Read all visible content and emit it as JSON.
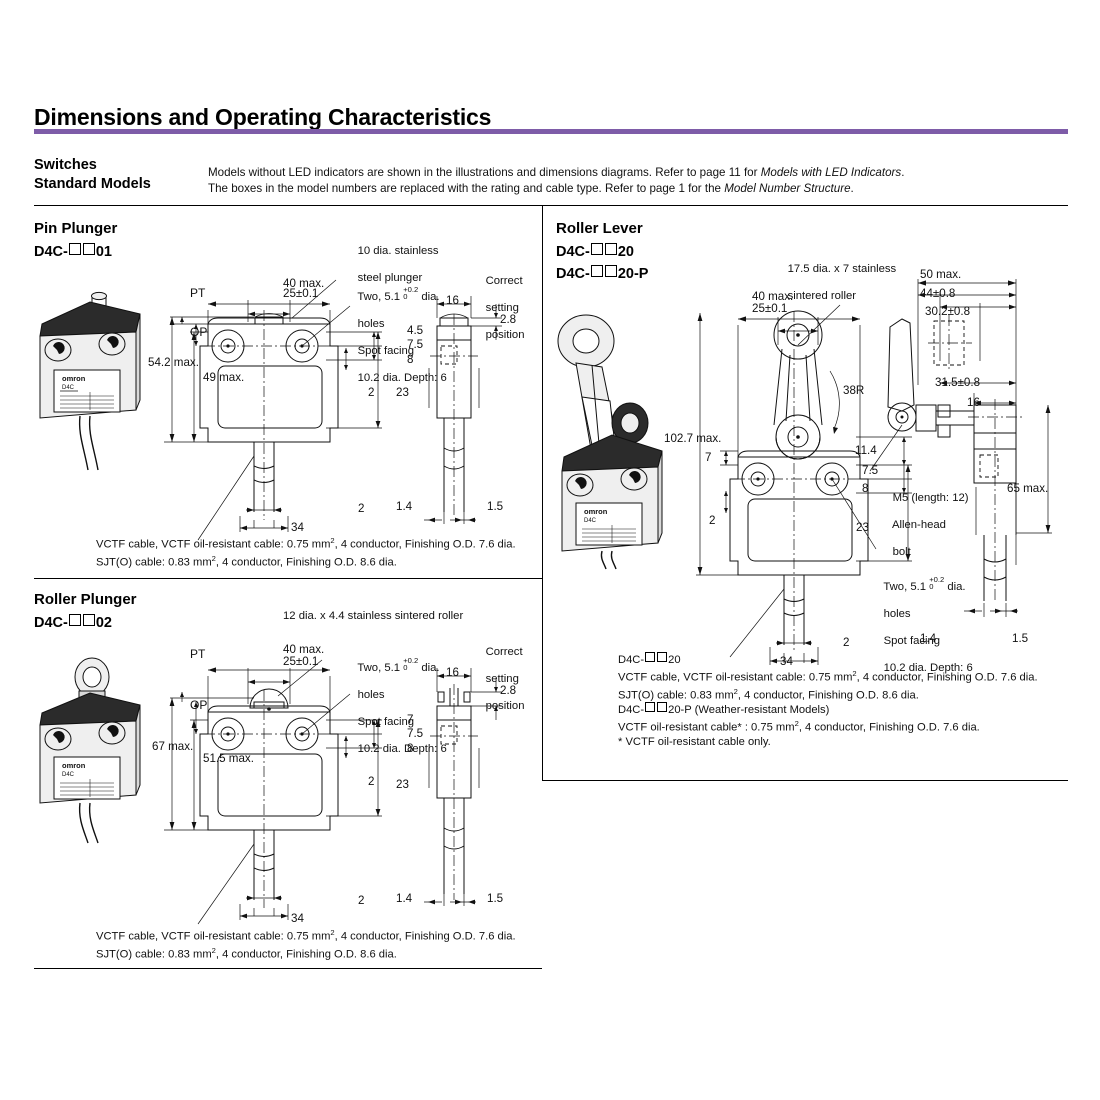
{
  "header": {
    "title": "Dimensions and Operating Characteristics",
    "accent_color": "#7e5ca8",
    "switches_line1": "Switches",
    "switches_line2": "Standard Models",
    "intro_line1_a": "Models without LED indicators are shown in the illustrations and dimensions diagrams. Refer to page 11 for ",
    "intro_line1_b": "Models with LED Indicators",
    "intro_line1_c": ".",
    "intro_line2_a": "The boxes in the model numbers are replaced with the rating and cable type. Refer to page 1 for the ",
    "intro_line2_b": "Model Number Structure",
    "intro_line2_c": "."
  },
  "pin_plunger": {
    "title": "Pin Plunger",
    "model_prefix": "D4C-",
    "model_suffix": "01",
    "callout_plunger_l1": "10 dia. stainless",
    "callout_plunger_l2": "steel plunger",
    "callout_holes_l1_a": "Two, 5.1 ",
    "callout_holes_tol_top": "+0.2",
    "callout_holes_tol_bot": "0",
    "callout_holes_l1_b": " dia.",
    "callout_holes_l2": "holes",
    "callout_holes_l3": "Spot facing",
    "callout_holes_l4": "10.2 dia. Depth: 6",
    "correct_l1": "Correct",
    "correct_l2": "setting",
    "correct_l3": "position",
    "dim_pt": "PT",
    "dim_op": "OP",
    "dim_overall": "54.2 max.",
    "dim_body": "49 max.",
    "dim_width": "40 max.",
    "dim_holes": "25±0.1",
    "dim_45": "4.5",
    "dim_75": "7.5",
    "dim_8": "8",
    "dim_2": "2",
    "dim_23": "23",
    "dim_34": "34",
    "dim_2b": "2",
    "dim_16": "16",
    "dim_28": "2.8",
    "dim_14": "1.4",
    "dim_15": "1.5",
    "note_l1_a": "VCTF cable, VCTF oil-resistant cable: 0.75 mm",
    "note_l1_sup": "2",
    "note_l1_b": ", 4 conductor, Finishing O.D. 7.6 dia.",
    "note_l2_a": "SJT(O) cable: 0.83 mm",
    "note_l2_sup": "2",
    "note_l2_b": ", 4 conductor, Finishing O.D. 8.6 dia.",
    "label_brand": "omron",
    "label_model": "D4C"
  },
  "roller_plunger": {
    "title": "Roller Plunger",
    "model_prefix": "D4C-",
    "model_suffix": "02",
    "callout_roller": "12 dia. x 4.4 stainless sintered roller",
    "callout_holes_l1_a": "Two, 5.1 ",
    "callout_holes_tol_top": "+0.2",
    "callout_holes_tol_bot": "0",
    "callout_holes_l1_b": " dia.",
    "callout_holes_l2": "holes",
    "callout_holes_l3": "Spot facing",
    "callout_holes_l4": "10.2 dia. Depth: 6",
    "correct_l1": "Correct",
    "correct_l2": "setting",
    "correct_l3": "position",
    "dim_pt": "PT",
    "dim_op": "OP",
    "dim_overall": "67 max.",
    "dim_body": "51.5 max.",
    "dim_width": "40 max.",
    "dim_holes": "25±0.1",
    "dim_7": "7",
    "dim_75": "7.5",
    "dim_8": "8",
    "dim_2": "2",
    "dim_23": "23",
    "dim_34": "34",
    "dim_2b": "2",
    "dim_16": "16",
    "dim_28": "2.8",
    "dim_14": "1.4",
    "dim_15": "1.5",
    "note_l1_a": "VCTF cable, VCTF oil-resistant cable: 0.75 mm",
    "note_l1_sup": "2",
    "note_l1_b": ", 4 conductor, Finishing O.D. 7.6 dia.",
    "note_l2_a": "SJT(O) cable: 0.83 mm",
    "note_l2_sup": "2",
    "note_l2_b": ", 4 conductor, Finishing O.D. 8.6 dia.",
    "label_brand": "omron",
    "label_model": "D4C"
  },
  "roller_lever": {
    "title": "Roller Lever",
    "model_prefix": "D4C-",
    "model_suffix_1": "20",
    "model_suffix_2": "20-P",
    "callout_roller_l1": "17.5 dia. x 7 stainless",
    "callout_roller_l2": "sintered roller",
    "callout_holes_l1_a": "Two, 5.1 ",
    "callout_holes_tol_top": "+0.2",
    "callout_holes_tol_bot": "0",
    "callout_holes_l1_b": " dia.",
    "callout_holes_l2": "holes",
    "callout_holes_l3": "Spot facing",
    "callout_holes_l4": "10.2 dia. Depth: 6",
    "callout_bolt_l1": "M5 (length: 12)",
    "callout_bolt_l2": "Allen-head",
    "callout_bolt_l3": "bolt",
    "dim_overall": "102.7 max.",
    "dim_width": "40 max.",
    "dim_holes": "25±0.1",
    "dim_radius": "38R",
    "dim_7": "7",
    "dim_114": "11.4",
    "dim_75": "7.5",
    "dim_8": "8",
    "dim_2": "2",
    "dim_23": "23",
    "dim_34": "34",
    "dim_2b": "2",
    "dim_50": "50 max.",
    "dim_44": "44±0.8",
    "dim_302": "30.2±0.8",
    "dim_315": "31.5±0.8",
    "dim_16": "16",
    "dim_65": "65 max.",
    "dim_14": "1.4",
    "dim_15": "1.5",
    "note_l1_prefix": "D4C-",
    "note_l1_suffix": "20",
    "note_l2_a": "VCTF cable, VCTF oil-resistant cable: 0.75 mm",
    "note_l2_sup": "2",
    "note_l2_b": ", 4 conductor, Finishing O.D. 7.6 dia.",
    "note_l3_a": "SJT(O) cable: 0.83 mm",
    "note_l3_sup": "2",
    "note_l3_b": ", 4 conductor, Finishing O.D. 8.6 dia.",
    "note_l4_prefix": "D4C-",
    "note_l4_suffix": "20-P (Weather-resistant Models)",
    "note_l5_a": "VCTF oil-resistant cable* : 0.75 mm",
    "note_l5_sup": "2",
    "note_l5_b": ", 4 conductor, Finishing O.D. 7.6 dia.",
    "note_l6": "* VCTF oil-resistant cable only.",
    "label_brand": "omron",
    "label_model": "D4C"
  }
}
